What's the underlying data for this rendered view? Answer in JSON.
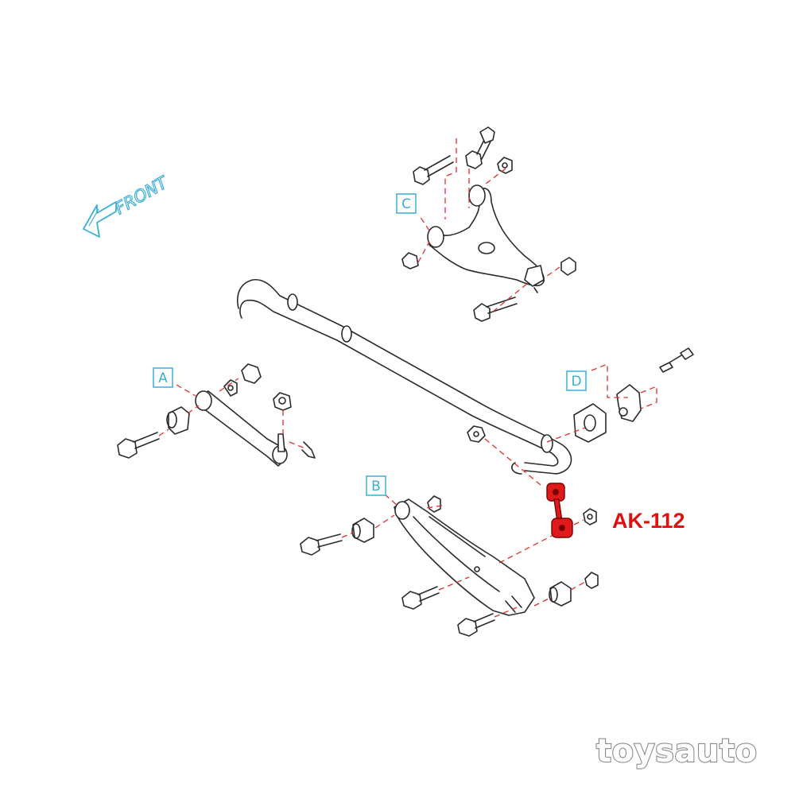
{
  "diagram": {
    "direction_label": "FRONT",
    "callouts": {
      "a": "A",
      "b": "B",
      "c": "C",
      "d": "D"
    },
    "highlighted_part": {
      "part_number": "AK-112",
      "highlight_color": "#e01010"
    },
    "watermark": "toysauto",
    "callout_color": "#3aaed8",
    "leader_color": "#e03030"
  }
}
